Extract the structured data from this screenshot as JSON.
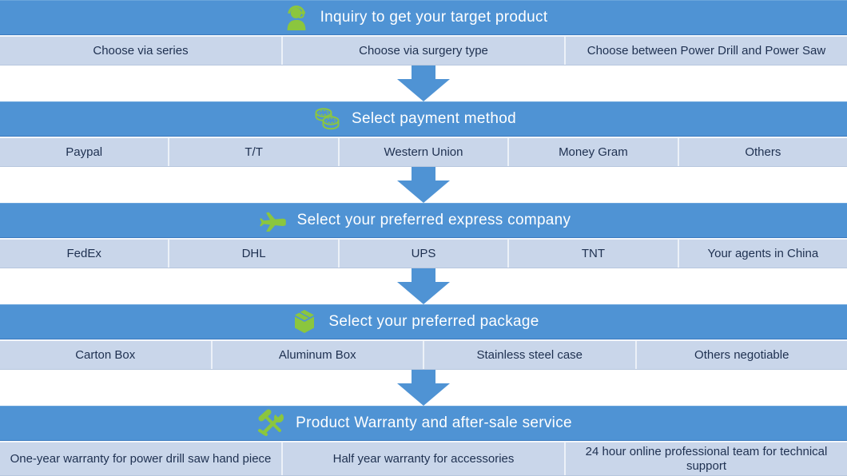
{
  "colors": {
    "header_blue": "#4f93d4",
    "header_border": "#3a7abf",
    "row_blue": "#c9d6ea",
    "icon_green": "#8bc63e",
    "text_dark": "#1e3050",
    "arrow_blue": "#4f93d4"
  },
  "sections": [
    {
      "title": "Inquiry to get your target product",
      "icon": "support-agent-icon",
      "options": [
        "Choose via series",
        "Choose via surgery type",
        "Choose between Power Drill and Power Saw"
      ]
    },
    {
      "title": "Select payment method",
      "icon": "coins-icon",
      "options": [
        "Paypal",
        "T/T",
        "Western Union",
        "Money Gram",
        "Others"
      ]
    },
    {
      "title": "Select your preferred express company",
      "icon": "airplane-icon",
      "options": [
        "FedEx",
        "DHL",
        "UPS",
        "TNT",
        "Your agents in China"
      ]
    },
    {
      "title": "Select your preferred package",
      "icon": "package-box-icon",
      "options": [
        "Carton Box",
        "Aluminum Box",
        "Stainless steel case",
        "Others negotiable"
      ]
    },
    {
      "title": "Product Warranty and after-sale service",
      "icon": "tools-icon",
      "options": [
        "One-year warranty for power drill saw hand piece",
        "Half year warranty for accessories",
        "24 hour online professional team for technical support"
      ]
    }
  ]
}
